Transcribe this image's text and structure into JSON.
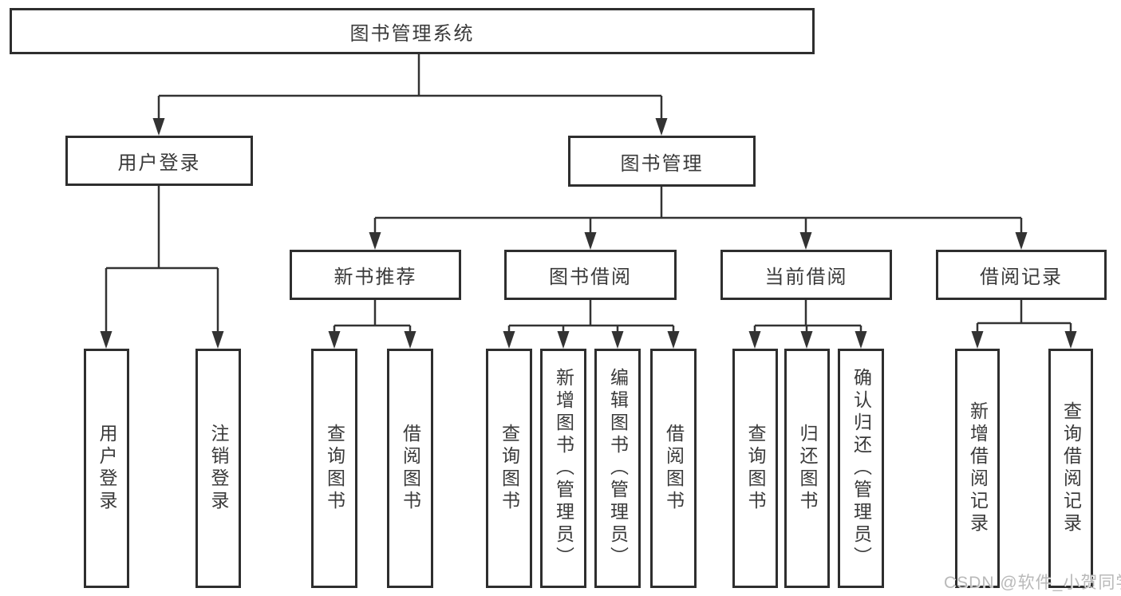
{
  "diagram": {
    "root_label": "图书管理系统",
    "level2": [
      "用户登录",
      "图书管理"
    ],
    "level3": [
      "新书推荐",
      "图书借阅",
      "当前借阅",
      "借阅记录"
    ],
    "leaves_user_login": [
      "用户登录",
      "注销登录"
    ],
    "leaves_new_book": [
      "查询图书",
      "借阅图书"
    ],
    "leaves_book_borrow": [
      "查询图书",
      "新增图书（管理员）",
      "编辑图书（管理员）",
      "借阅图书"
    ],
    "leaves_current_borrow": [
      "查询图书",
      "归还图书",
      "确认归还（管理员）"
    ],
    "leaves_borrow_record": [
      "新增借阅记录",
      "查询借阅记录"
    ]
  },
  "watermark": "CSDN @软件_小贺同学",
  "colors": {
    "line": "#333333",
    "box_border": "#2e2e2e",
    "text": "#3a3a3a",
    "watermark": "#b9b9b9"
  }
}
